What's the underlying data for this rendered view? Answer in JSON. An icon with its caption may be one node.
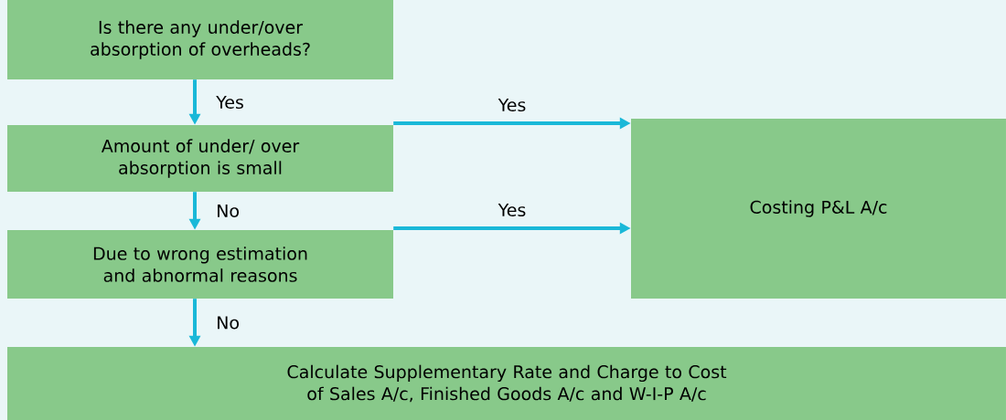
{
  "diagram": {
    "nodes": [
      {
        "text": [
          "Is there any under/over absorption of overheads?"
        ]
      },
      {
        "text": [
          "Amount of under/ over absorption is small"
        ]
      },
      {
        "text": [
          "Due to wrong estimation and abnormal reasons"
        ]
      },
      {
        "text": [
          "Costing P&L A/c"
        ]
      },
      {
        "text": [
          "Calculate Supplementary Rate and Charge to Cost of Sales A/c, Finished Goods A/c and W-I-P A/c"
        ]
      }
    ],
    "edges": [
      {
        "from": 0,
        "to": 1,
        "arrow": "to",
        "label": "Yes"
      },
      {
        "from": 1,
        "to": 3,
        "arrow": "to",
        "label": "Yes"
      },
      {
        "from": 1,
        "to": 2,
        "arrow": "to",
        "label": "No"
      },
      {
        "from": 2,
        "to": 3,
        "arrow": "to",
        "label": "Yes"
      },
      {
        "from": 2,
        "to": 4,
        "arrow": "to",
        "label": "No"
      }
    ]
  }
}
